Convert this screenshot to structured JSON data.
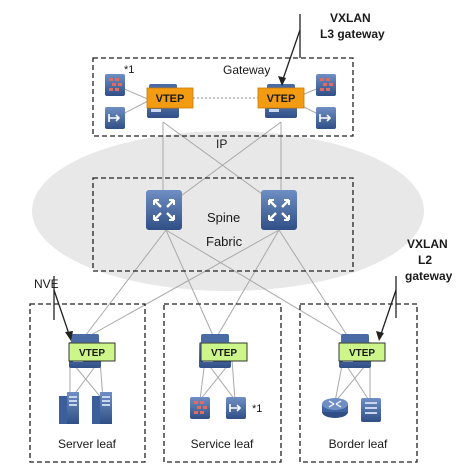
{
  "labels": {
    "vxlan_l3": [
      "VXLAN",
      "L3 gateway"
    ],
    "vxlan_l2": [
      "VXLAN",
      "L2",
      "gateway"
    ],
    "nve": "NVE",
    "gateway": "Gateway",
    "ip": "IP",
    "spine": "Spine",
    "fabric": "Fabric",
    "server_leaf": "Server leaf",
    "service_leaf": "Service leaf",
    "border_leaf": "Border leaf",
    "vtep": "VTEP",
    "footnote_mark": "*1"
  },
  "colors": {
    "vtep_gateway": "#f39c12",
    "vtep_leaf": "#ccf58a",
    "device_blue": "#3a5f9a",
    "fabric_ellipse": "#e8e8e8",
    "firewall_red": "#d9534f"
  },
  "icons": {
    "switch": "switch-stack-icon",
    "spine": "core-switch-icon",
    "firewall": "firewall-icon",
    "load_balancer": "load-balancer-icon",
    "server": "server-icon",
    "router": "router-icon"
  }
}
